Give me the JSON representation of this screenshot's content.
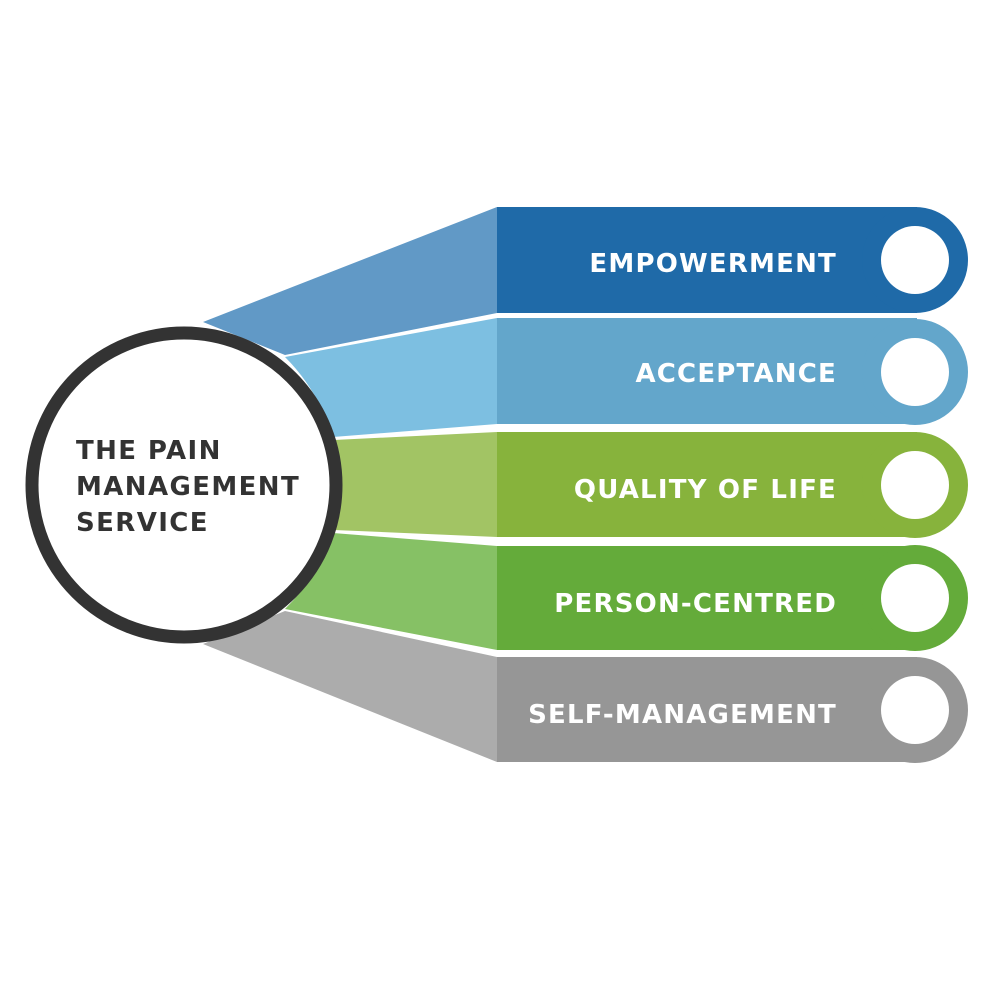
{
  "hub": {
    "lines": [
      "THE PAIN",
      "MANAGEMENT",
      "SERVICE"
    ],
    "ring_color": "#333333"
  },
  "items": [
    {
      "label": "EMPOWERMENT",
      "color": "#1f6aa8",
      "funnel_color": "#6199c6"
    },
    {
      "label": "ACCEPTANCE",
      "color": "#63a6cb",
      "funnel_color": "#7dbfe1"
    },
    {
      "label": "QUALITY OF LIFE",
      "color": "#87b33c",
      "funnel_color": "#a2c464"
    },
    {
      "label": "PERSON-CENTRED",
      "color": "#64ab3a",
      "funnel_color": "#86c165"
    },
    {
      "label": "SELF-MANAGEMENT",
      "color": "#969696",
      "funnel_color": "#acacac"
    }
  ]
}
